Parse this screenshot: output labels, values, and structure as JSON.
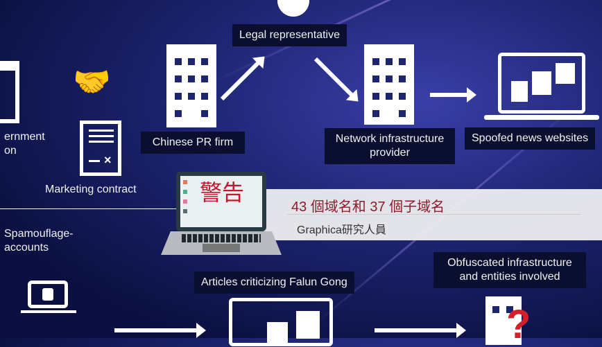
{
  "diagram": {
    "legal_representative": "Legal representative",
    "government": "ernment\non",
    "marketing_contract": "Marketing contract",
    "chinese_pr_firm": "Chinese PR firm",
    "network_provider": "Network infrastructure provider",
    "spoofed_news": "Spoofed news websites",
    "spamouflage": "Spamouflage-\naccounts",
    "articles": "Articles criticizing Falun Gong",
    "obfuscated": "Obfuscated infrastructure and entities involved"
  },
  "overlay": {
    "laptop_warning": "警告",
    "headline": "43 個域名和 37 個子域名",
    "source": "Graphica研究人員"
  },
  "colors": {
    "headline": "#8e1b2b",
    "background": "#1d2470"
  }
}
